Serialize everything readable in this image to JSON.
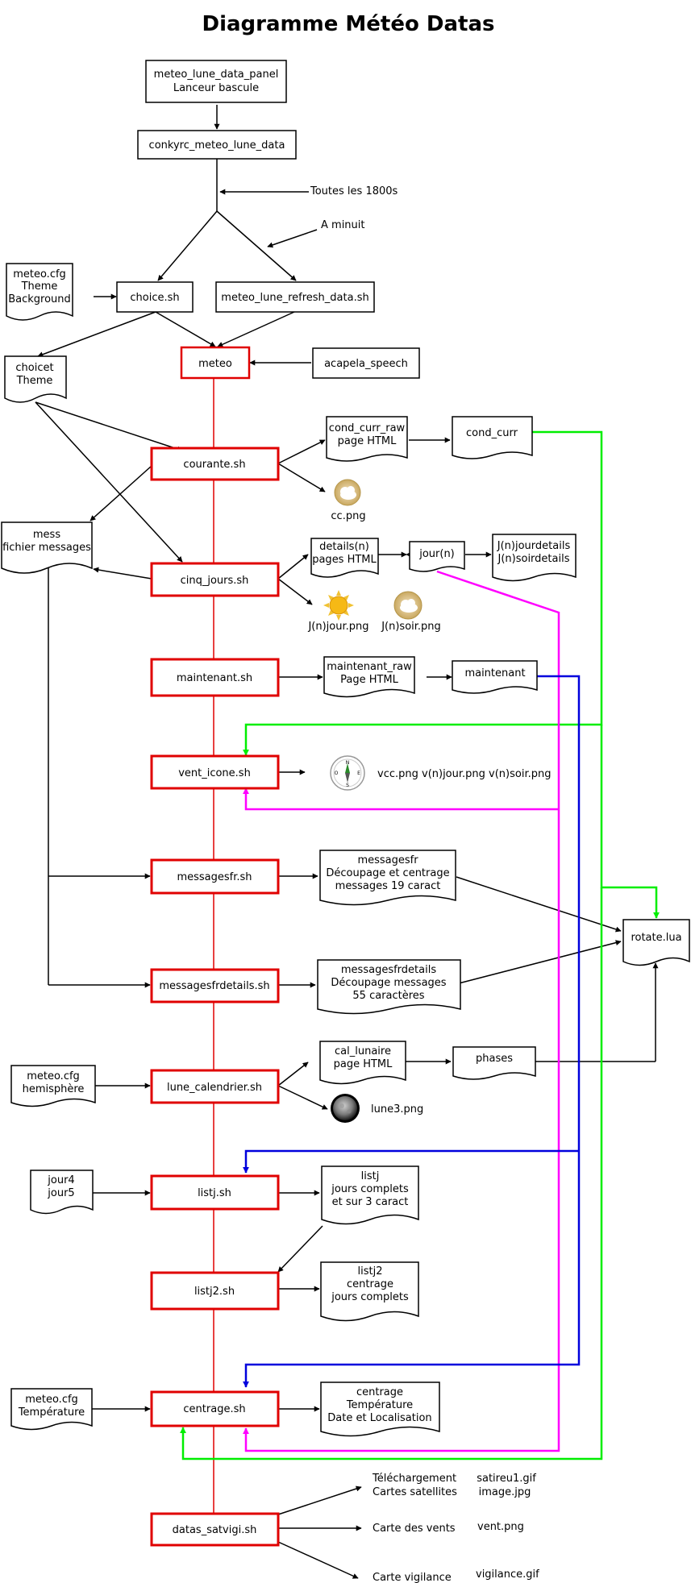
{
  "title": "Diagramme Météo Datas",
  "colors": {
    "script_border": "#e00000",
    "flow_red": "#e00000",
    "green": "#00ee00",
    "magenta": "#ff00ff",
    "blue": "#0000dd",
    "black": "#000000"
  },
  "boxes": {
    "panel": [
      "meteo_lune_data_panel",
      "Lanceur bascule"
    ],
    "conkyrc": [
      "conkyrc_meteo_lune_data"
    ],
    "choice": [
      "choice.sh"
    ],
    "refresh": [
      "meteo_lune_refresh_data.sh"
    ],
    "meteo": [
      "meteo"
    ],
    "acapela": [
      "acapela_speech"
    ],
    "courante": [
      "courante.sh"
    ],
    "cinq": [
      "cinq_jours.sh"
    ],
    "maintenant_sh": [
      "maintenant.sh"
    ],
    "vent": [
      "vent_icone.sh"
    ],
    "messagesfr_sh": [
      "messagesfr.sh"
    ],
    "messagesfrdetails_sh": [
      "messagesfrdetails.sh"
    ],
    "lune": [
      "lune_calendrier.sh"
    ],
    "listj_sh": [
      "listj.sh"
    ],
    "listj2_sh": [
      "listj2.sh"
    ],
    "centrage_sh": [
      "centrage.sh"
    ],
    "satvigi": [
      "datas_satvigi.sh"
    ]
  },
  "docs": {
    "cfg_theme": [
      "meteo.cfg",
      "Theme",
      "Background"
    ],
    "choicet": [
      "choicet",
      "Theme"
    ],
    "mess": [
      "mess",
      "fichier messages"
    ],
    "cond_raw": [
      "cond_curr_raw",
      "page HTML"
    ],
    "cond_curr": [
      "cond_curr"
    ],
    "details": [
      "details(n)",
      "pages HTML"
    ],
    "jour": [
      "jour(n)"
    ],
    "jdetails": [
      "J(n)jourdetails",
      "J(n)soirdetails"
    ],
    "maint_raw": [
      "maintenant_raw",
      "Page HTML"
    ],
    "maintenant": [
      "maintenant"
    ],
    "messagesfr": [
      "messagesfr",
      "Découpage et centrage",
      "messages 19 caract"
    ],
    "messagesfrdetails": [
      "messagesfrdetails",
      "Découpage messages",
      "55 caractères"
    ],
    "rotate": [
      "rotate.lua"
    ],
    "cfg_hemi": [
      "meteo.cfg",
      "hemisphère"
    ],
    "cal": [
      "cal_lunaire",
      "page HTML"
    ],
    "phases": [
      "phases"
    ],
    "jour45": [
      "jour4",
      "jour5"
    ],
    "listj": [
      "listj",
      "jours complets",
      "et sur 3 caract"
    ],
    "listj2": [
      "listj2",
      "centrage",
      "jours complets"
    ],
    "cfg_temp": [
      "meteo.cfg",
      "Température"
    ],
    "centrage": [
      "centrage",
      "Température",
      "Date et Localisation"
    ]
  },
  "labels": {
    "toutes": "Toutes les 1800s",
    "minuit": "A minuit",
    "cc": "cc.png",
    "jourpng": "J(n)jour.png",
    "soirpng": "J(n)soir.png",
    "vcc": "vcc.png v(n)jour.png v(n)soir.png",
    "lune3": "lune3.png",
    "telech": [
      "Téléchargement",
      "Cartes satellites"
    ],
    "satfiles": [
      "satireu1.gif",
      "image.jpg"
    ],
    "vents": "Carte des vents",
    "ventpng": "vent.png",
    "vigi": "Carte vigilance",
    "vigigif": "vigilance.gif"
  },
  "icons": [
    "cloud-icon",
    "sun-icon",
    "cloud-icon",
    "compass-icon",
    "moon-icon"
  ]
}
